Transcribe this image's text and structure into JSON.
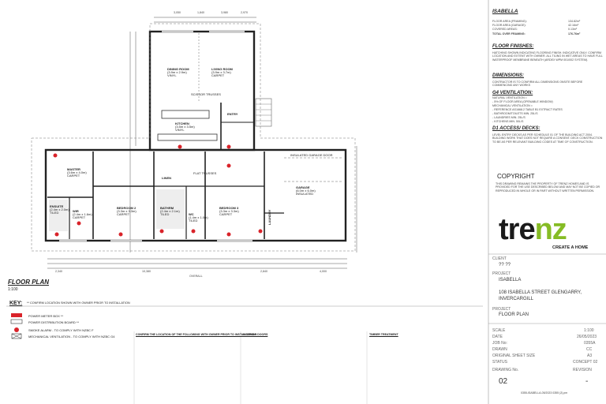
{
  "title_block": {
    "project_name": "ISABELLA",
    "areas": [
      {
        "label": "FLOOR AREA (FRAMING):",
        "value": "134.82m²"
      },
      {
        "label": "FLOOR AREA (GARAGE):",
        "value": "42.16m²"
      },
      {
        "label": "COVERED AREAS:",
        "value": "0.13m²"
      },
      {
        "label": "TOTAL OVER FRAMING:",
        "value": "176.76m²"
      }
    ],
    "floor_finishes_heading": "FLOOR FINISHES:",
    "floor_finishes_text": "HATCHING SHOWN INDICATING FLOORING FINISH. INDICATIVE ONLY. CONFIRM LOCATION AND EXTENT WITH OWNER. ALL TILING IN WET AREAS TO HAVE FULL WATERPROOF MEMBRANE BENEATH (ARDEX WPM 001/002 SYSTEM).",
    "dimensions_heading": "DIMENSIONS:",
    "dimensions_text": "CONTRACTOR IS TO CONFIRM ALL DIMENSIONS ONSITE BEFORE COMMENCING ANY WORKS",
    "ventilation_heading": "G4 VENTILATION:",
    "ventilation_lines": [
      "NATURAL VENTILATION =",
      "- 5% OF FLOOR AREA (OPENABLE WINDOW)",
      "MECHANICAL VENTILATION =",
      "- REFERENCE AS1668.2 TABLE B1 EXTRACT RATES",
      "- BATHROOM/TOILETS  MIN. 25L/S",
      "- LAUNDRIES  MIN. 25L/S",
      "- KITCHENS  MIN. 50L/S"
    ],
    "access_heading": "D1 ACCESS/ DECKS:",
    "access_text": "LEVEL ENTRY DECKS AS PER SCHEDULE 01 OF THE BUILDING ACT 2004. BUILDING WORK THAT DOES NOT REQUIRE A CONSENT. DECK CONSTRUCTION TO BE AS PER RELEVANT BUILDING CODES AT TIME OF CONSTRUCTION.",
    "copyright_heading": "COPYRIGHT",
    "copyright_text": "THIS DRAWING REMAINS THE PROPERTY OF TRENZ HOMES AND IS PROVIDED FOR THE USE DESCRIBED BELOW AND MAY NOT BE COPIED OR REPRODUCED IN WHOLE OR IN PART WITHOUT WRITTEN PERMISSION.",
    "logo_text": "trenz",
    "logo_tagline": "CREATE A HOME",
    "client_label": "CLIENT",
    "client_value": "?? ??",
    "project_label": "PROJECT",
    "project_value": "ISABELLA",
    "address_line1": "108 ISABELLA STREET GLENGARRY,",
    "address_line2": "INVERCARGILL",
    "sheet_label": "PROJECT",
    "sheet_value": "FLOOR PLAN",
    "meta": [
      {
        "label": "SCALE",
        "value": "1:100"
      },
      {
        "label": "DATE",
        "value": "26/05/2023"
      },
      {
        "label": "JOB No:",
        "value": "0355A"
      },
      {
        "label": "DRAWN",
        "value": "CC"
      },
      {
        "label": "ORIGINAL SHEET SIZE",
        "value": "A3"
      },
      {
        "label": "STATUS",
        "value": "CONCEPT 02"
      }
    ],
    "drawing_no_label": "DRAWING No.",
    "revision_label": "REVISION",
    "drawing_no": "02",
    "revision": "-",
    "file_ref": "0355-ISABELLA-05/2023 0355 (2).pm"
  },
  "plan": {
    "title": "FLOOR PLAN",
    "scale": "1:100",
    "rooms": [
      {
        "name": "DINING ROOM",
        "size": "(3.9m x 2.9m)",
        "finish": "VINYL"
      },
      {
        "name": "LIVING ROOM",
        "size": "(3.9m x 3.7m)",
        "finish": "CARPET"
      },
      {
        "name": "KITCHEN",
        "size": "(3.5m x 3.5m)",
        "finish": "VINYL"
      },
      {
        "name": "ENTRY",
        "size": "",
        "finish": ""
      },
      {
        "name": "MASTER",
        "size": "(3.6m x 4.0m)",
        "finish": "CARPET"
      },
      {
        "name": "ENSUITE",
        "size": "(2.4m x 2.0m)",
        "finish": "TILED"
      },
      {
        "name": "WIR",
        "size": "(2.4m x 1.6m)",
        "finish": "CARPET"
      },
      {
        "name": "BEDROOM 2",
        "size": "(3.3m x 3.3m)",
        "finish": "CARPET"
      },
      {
        "name": "BATHRM",
        "size": "(2.4m x 2.1m)",
        "finish": "TILED"
      },
      {
        "name": "WC",
        "size": "(1.4m x 1.0m)",
        "finish": "TILED"
      },
      {
        "name": "BEDROOM 3",
        "size": "(3.3m x 3.3m)",
        "finish": "CARPET"
      },
      {
        "name": "GARAGE",
        "size": "(6.0m x 6.0m)",
        "finish": "INSULATED"
      },
      {
        "name": "LINEN",
        "size": "",
        "finish": ""
      },
      {
        "name": "LAUNDRY",
        "size": "",
        "finish": ""
      }
    ],
    "notes": [
      "SCISSOR TRUSSES",
      "FLAT TRUSSES",
      "INSULATED GARAGE DOOR"
    ],
    "dims_top": [
      "3,050",
      "1,840",
      "3,980",
      "2,970"
    ],
    "dims_bottom": [
      "2,340",
      "10,380",
      "2,840",
      "4,000"
    ],
    "overall_label": "OVERALL"
  },
  "key": {
    "heading": "KEY:",
    "note": "** CONFIRM LOCATION SHOWN WITH OWNER PRIOR TO INSTALLATION",
    "items": [
      "POWER METER BOX **",
      "POWER DISTRIBUTION BOARD **",
      "SMOKE ALARM - TO COMPLY WITH NZBC F",
      "MECHANICAL VENTILATION - TO COMPLY WITH NZBC G4"
    ]
  },
  "notes_columns": [
    {
      "heading": "CONFIRM THE LOCATION OF THE FOLLOWING WITH OWNER PRIOR TO INSTALLATION:"
    },
    {
      "heading": "INTERIOR DOORS"
    },
    {
      "heading": "TIMBER TREATMENT"
    }
  ],
  "colors": {
    "accent_green": "#86bc25",
    "alarm_red": "#d9232a",
    "line": "#333333"
  }
}
